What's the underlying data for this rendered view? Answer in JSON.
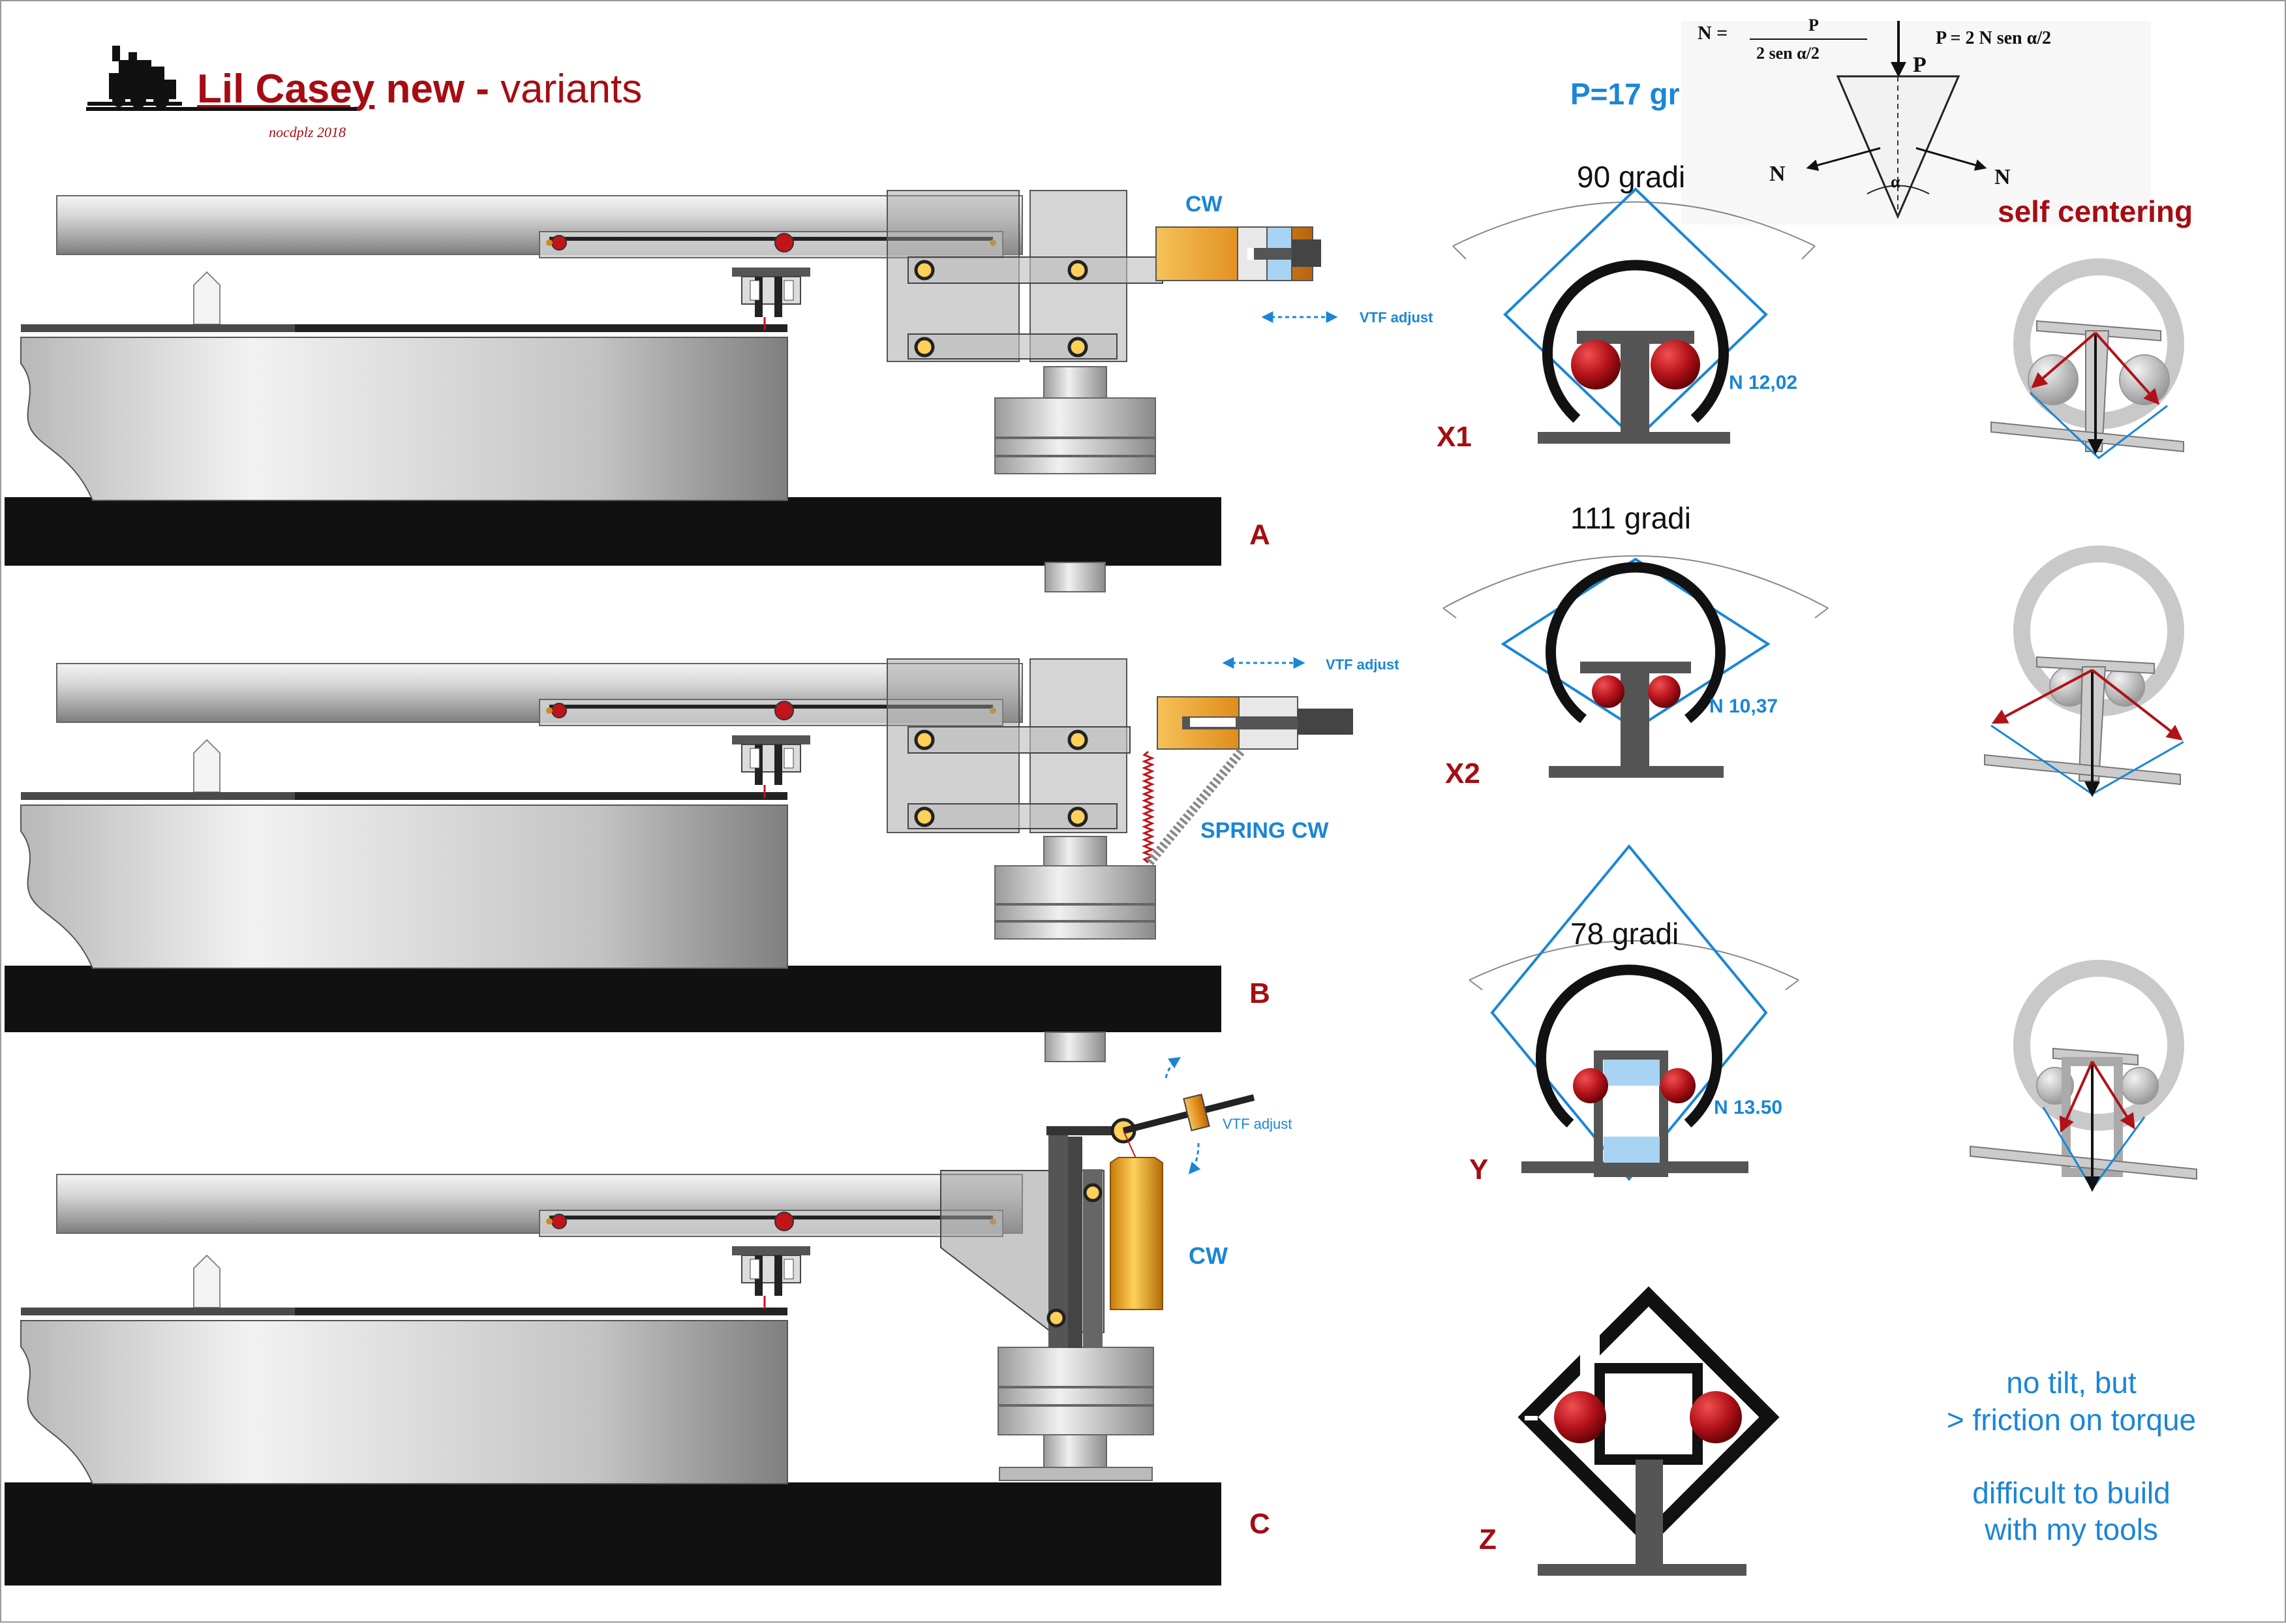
{
  "title": {
    "part1": "Lil Casey",
    "part2": " new - ",
    "part3": "variants",
    "subtitle": "nocdplz 2018"
  },
  "variants": [
    {
      "letter": "A",
      "cw_label": "CW",
      "vtf_label": "VTF adjust"
    },
    {
      "letter": "B",
      "vtf_label": "VTF adjust",
      "spring_label": "SPRING CW"
    },
    {
      "letter": "C",
      "cw_label": "CW",
      "vtf_label": "VTF adjust"
    }
  ],
  "load": {
    "label": "P=17 gr"
  },
  "formula": {
    "left_num": "P",
    "left_lhs": "N =",
    "left_den": "2 sen α/2",
    "right": "P = 2 N sen α/2",
    "p": "P",
    "n_left": "N",
    "n_right": "N",
    "alpha": "α"
  },
  "bearings": [
    {
      "id": "X1",
      "angle_label": "90 gradi",
      "force_label": "N 12,02"
    },
    {
      "id": "X2",
      "angle_label": "111 gradi",
      "force_label": "N 10,37"
    },
    {
      "id": "Y",
      "angle_label": "78 gradi",
      "force_label": "N 13.50"
    },
    {
      "id": "Z"
    }
  ],
  "self_centering_label": "self centering",
  "notes": {
    "line1": "no tilt, but",
    "line2": "> friction on torque",
    "line3": "difficult to build",
    "line4": "with my tools"
  },
  "colors": {
    "brand_red": "#a50d12",
    "accent_blue": "#1a86d6",
    "ball_red": "#c0141a",
    "arm_grey": "#c9c9c9"
  }
}
